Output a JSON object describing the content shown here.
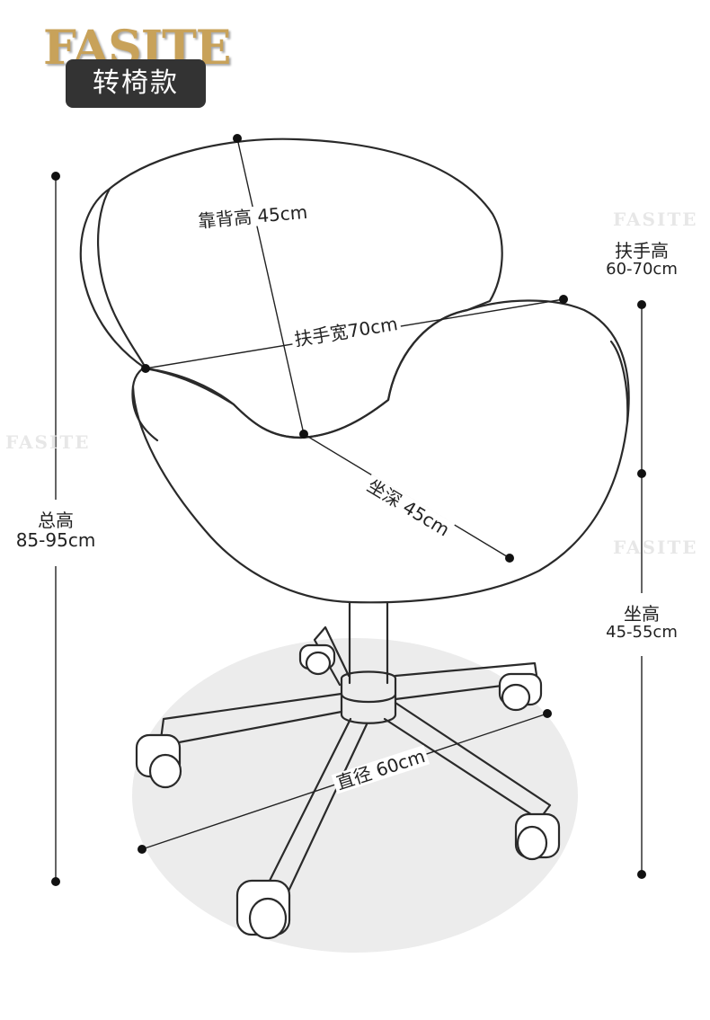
{
  "brand": {
    "name": "FASITE",
    "badge": "转椅款"
  },
  "watermarks": [
    "FASITE",
    "FASITE",
    "FASITE"
  ],
  "dimensions": {
    "backrest_height": "靠背高 45cm",
    "armrest_width": "扶手宽70cm",
    "seat_depth": "坐深 45cm",
    "base_diameter": "直径 60cm",
    "total_height": {
      "label": "总高",
      "value": "85-95cm"
    },
    "armrest_height": {
      "label": "扶手高",
      "value": "60-70cm"
    },
    "seat_height": {
      "label": "坐高",
      "value": "45-55cm"
    }
  },
  "colors": {
    "brand_gold": "#c8a25a",
    "badge_bg": "#333333",
    "line": "#222222",
    "floor_shadow": "#ececec"
  }
}
